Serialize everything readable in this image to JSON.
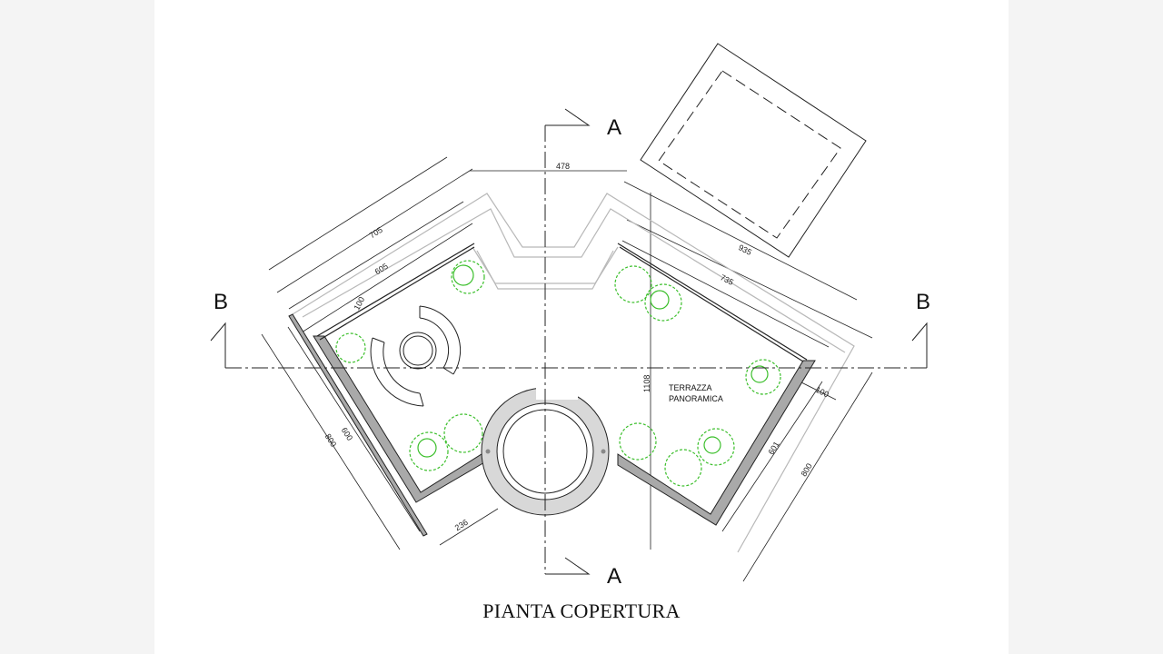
{
  "drawing": {
    "title": "PIANTA COPERTURA",
    "label_line1": "TERRAZZA",
    "label_line2": "PANORAMICA"
  },
  "sections": {
    "a_top": "A",
    "a_bottom": "A",
    "b_left": "B",
    "b_right": "B"
  },
  "dimensions": {
    "d478": "478",
    "d705": "705",
    "d605": "605",
    "d100_left": "100",
    "d935": "935",
    "d735": "735",
    "d1108": "1108",
    "d100_right": "100",
    "d600": "600",
    "d800_left": "800",
    "d601": "601",
    "d800_right": "800",
    "d236": "236"
  },
  "colors": {
    "line": "#222222",
    "wall": "#a9a9a9",
    "ring": "#cfcfcf",
    "plant": "#3bbf2b"
  }
}
